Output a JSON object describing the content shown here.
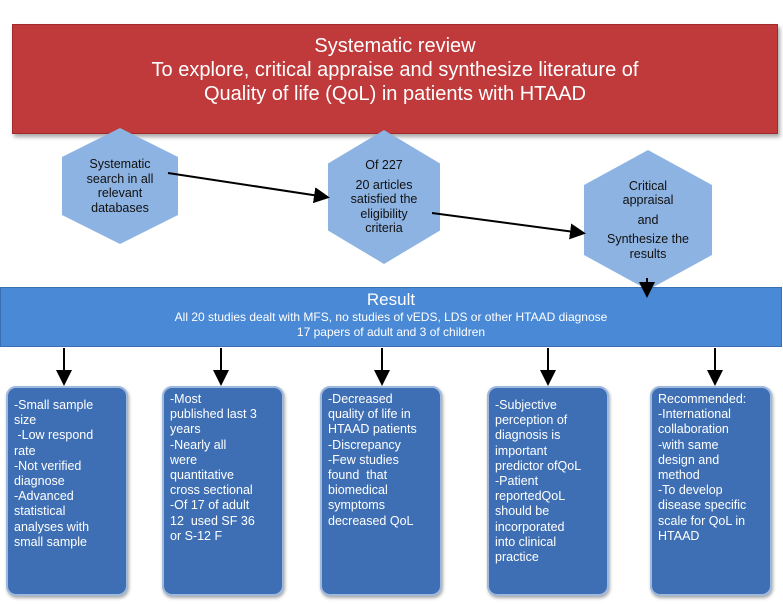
{
  "banner": {
    "title": "Systematic review",
    "line1": "To explore, critical appraise and synthesize  literature of",
    "line2": "Quality of life (QoL) in patients with HTAAD"
  },
  "steps": [
    {
      "lines": [
        "Systematic",
        "search in all",
        "relevant",
        "databases"
      ]
    },
    {
      "lines": [
        "Of 227",
        "20 articles",
        "satisfied the",
        "eligibility",
        "criteria"
      ]
    },
    {
      "lines": [
        "Critical",
        "appraisal",
        "and",
        "Synthesize the",
        "results"
      ]
    }
  ],
  "result": {
    "title": "Result",
    "line1": "All 20 studies dealt with MFS, no studies of vEDS, LDS or other HTAAD diagnose",
    "line2": "17 papers of adult and 3 of children"
  },
  "boxes": [
    {
      "lines": [
        "-Small sample",
        "size",
        " -Low respond",
        "rate",
        "-Not verified",
        "diagnose",
        "-Advanced",
        "statistical",
        "analyses with",
        "small sample"
      ]
    },
    {
      "lines": [
        "-Most",
        "published last 3",
        "years",
        "-Nearly all",
        "were",
        "quantitative",
        "cross sectional",
        "-Of 17 of adult",
        "12  used SF 36",
        "or S-12 F"
      ]
    },
    {
      "lines": [
        "-Decreased",
        "quality of life in",
        "HTAAD patients",
        "-Discrepancy",
        "-Few studies",
        "found  that",
        "biomedical",
        "symptoms",
        "decreased QoL"
      ]
    },
    {
      "lines": [
        "-Subjective",
        "perception of",
        "diagnosis is",
        "important",
        "predictor ofQoL",
        "-Patient",
        "reportedQoL",
        "should be",
        "incorporated",
        "into clinical",
        "practice"
      ]
    },
    {
      "lines": [
        "Recommended:",
        "-International",
        "collaboration",
        "-with same",
        "design and",
        "method",
        "-To develop",
        "disease specific",
        "scale for QoL in",
        "HTAAD"
      ]
    }
  ]
}
